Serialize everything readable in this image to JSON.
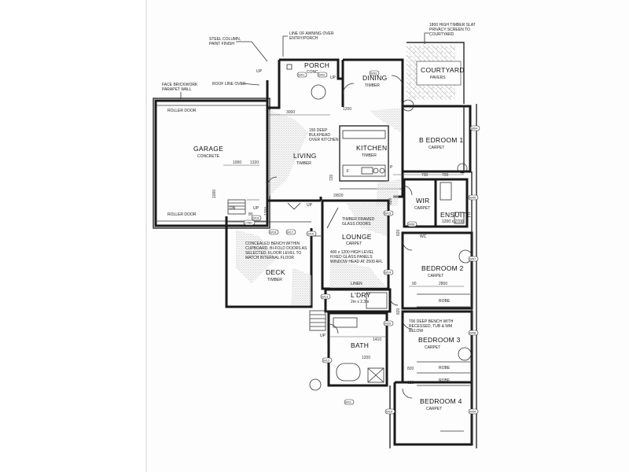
{
  "rooms": {
    "garage": {
      "name": "GARAGE",
      "sub": "CONCRETE"
    },
    "porch": {
      "name": "PORCH",
      "sub": "CONC"
    },
    "dining": {
      "name": "DINING",
      "sub": "TIMBER"
    },
    "courtyard": {
      "name": "COURTYARD",
      "sub": "PAVERS"
    },
    "bedroom1": {
      "name": "B EDROOM 1",
      "sub": "CARPET"
    },
    "living": {
      "name": "LIVING",
      "sub": "TIMBER"
    },
    "kitchen": {
      "name": "KITCHEN",
      "sub": "TIMBER"
    },
    "wir": {
      "name": "WIR",
      "sub": "CARPET"
    },
    "ensuite": {
      "name": "ENSUITE",
      "sub": "1200 x 2700"
    },
    "lounge": {
      "name": "LOUNGE",
      "sub": "CARPET"
    },
    "deck": {
      "name": "DECK",
      "sub": "TIMBER"
    },
    "bedroom2": {
      "name": "BEDROOM 2",
      "sub": "CARPET"
    },
    "ldry": {
      "name": "L'DRY",
      "sub": "2m x 2.3m"
    },
    "bedroom3": {
      "name": "BEDROOM 3",
      "sub": "CARPET"
    },
    "bath": {
      "name": "BATH",
      "sub": ""
    },
    "bedroom4": {
      "name": "BEDROOM 4",
      "sub": "CARPET"
    }
  },
  "notes": {
    "timber_screen_1": "1800 HIGH TIMBER SLAT",
    "timber_screen_2": "PRIVACY SCREEN TO",
    "timber_screen_3": "COURTYARD",
    "awning_1": "LINE OF AWNING OVER",
    "awning_2": "ENTRY/PORCH",
    "steel_1": "STEEL COLUMN,",
    "steel_2": "PAINT FINISH",
    "roofline": "ROOF LINE OVER",
    "brick_1": "FACE BRICKWORK",
    "brick_2": "PARAPET WALL",
    "roller_top": "ROLLER DOOR",
    "roller_bottom": "ROLLER DOOR",
    "bulkhead_1": "150 DEEP",
    "bulkhead_2": "BULKHEAD",
    "bulkhead_3": "OVER KITCHEN",
    "glass_1": "TIMBER FRAMED",
    "glass_2": "GLASS DOORS",
    "window_1": "400 x 1200 HIGH LEVEL",
    "window_2": "FIXED GLASS PANELS",
    "window_3": "WINDOW HEAD AT 2500 AFL",
    "bench_1": "CONCEALED BENCH WITHIN",
    "bench_2": "CUPBOARD. BI-FOLD DOORS AS",
    "bench_3": "SELECTED. FLOOR LEVEL TO",
    "bench_4": "MATCH INTERNAL FLOOR",
    "bath_bench_1": "700 DEEP BENCH WITH",
    "bath_bench_2": "RECESSED, TUB & WM",
    "bath_bench_3": "BELOW",
    "linen": "LINEN",
    "robe_2": "ROBE",
    "robe_3": "ROBE",
    "robe_4": "ROBE",
    "wc": "WC",
    "up_1": "UP",
    "up_2": "UP",
    "up_3": "UP",
    "up_4": "UP",
    "up_5": "UP",
    "dn": "DN",
    "p1": "P",
    "f1": "F"
  },
  "dims": {
    "d3000": "3000",
    "d1000": "1000",
    "d1320": "1320",
    "d1000b": "1000",
    "d2820": "2/820",
    "d730": "730",
    "d720": "720",
    "d820a": "820",
    "d820b": "820",
    "d820c": "820",
    "d820d": "820",
    "d820e": "820",
    "d2800": "2800",
    "d90": "90",
    "d1410": "1410",
    "d1200": "1200",
    "d1200b": "1200",
    "d720b": "720",
    "d1200c": "1200",
    "d80": "80"
  },
  "tags": {
    "w01": "W01",
    "w02": "W02",
    "w03": "W03",
    "w04": "W04",
    "w05": "W05",
    "w06": "W06",
    "w07": "W07",
    "w08": "W08",
    "w09": "W09",
    "w10": "W10",
    "w11": "W11",
    "w12": "W12",
    "w13": "W13",
    "w14": "W14",
    "w15": "W15",
    "w16": "W16",
    "w17": "W17",
    "w18": "W18",
    "w19": "W19",
    "w20": "W20",
    "c780": "C780"
  }
}
